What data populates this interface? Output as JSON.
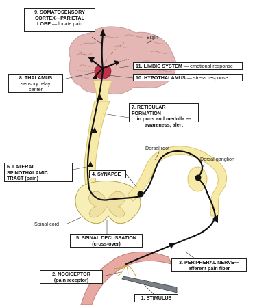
{
  "labels": {
    "somatosensory": {
      "l1": "9. SOMATOSENSORY",
      "l2": "CORTEX—PARIETAL",
      "l3": "LOBE",
      "l3b": " — locate pain"
    },
    "limbic": {
      "t": "11. LIMBIC SYSTEM",
      "d": " — emotional response"
    },
    "thalamus": {
      "t": "8. THALAMUS",
      "d1": "sensory relay",
      "d2": "center"
    },
    "hypothalamus": {
      "t": "10. HYPOTHALAMUS",
      "d": " — stress response"
    },
    "reticular": {
      "t": "7. RETICULAR FORMATION",
      "d1": "in pons and medulla —",
      "d2": "awareness, alert"
    },
    "spinothalamic": {
      "t1": "6. LATERAL",
      "t2": "SPINOTHALAMIC",
      "t3": "TRACT",
      "d": " (pain)"
    },
    "synapse": {
      "t": "4. SYNAPSE"
    },
    "decussation": {
      "t": "5. SPINAL DECUSSATION",
      "d": "(cross-over)"
    },
    "nociceptor": {
      "t": "2. NOCICEPTOR",
      "d": "(pain receptor)"
    },
    "peripheral": {
      "t": "3. PERIPHERAL NERVE—",
      "d": "afferent pain fiber"
    },
    "stimulus": {
      "t": "1. STIMULUS"
    }
  },
  "plain": {
    "brain": "Brain",
    "dorsal_root": "Dorsal root",
    "dorsal_ganglion": "Dorsal ganglion",
    "spinal_cord": "Spinal cord"
  },
  "colors": {
    "brain": "#e4b7b4",
    "brain_gyri": "#b98d8f",
    "nerve_yellow": "#f7eaa8",
    "nerve_outline": "#d9c56d",
    "cord_outline": "#b6a54c",
    "pathway": "#111111",
    "thalamus": "#c0324a",
    "skin": "#e8a9a3"
  }
}
